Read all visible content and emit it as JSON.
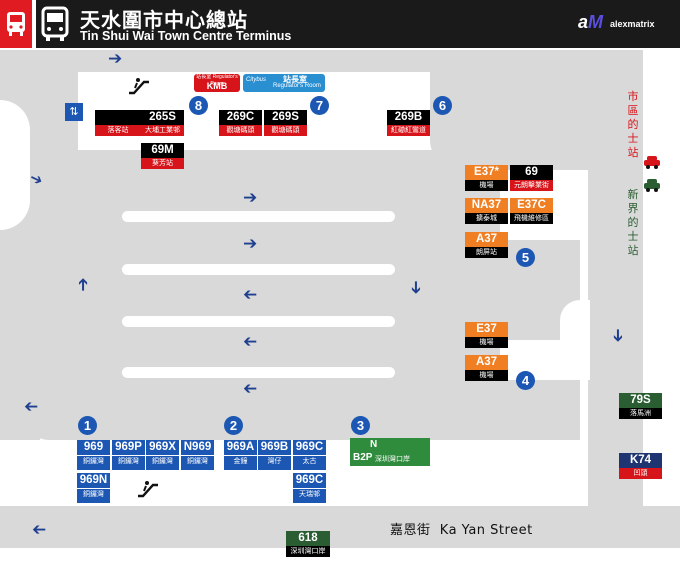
{
  "header": {
    "title_zh": "天水圍市中心總站",
    "title_en": "Tin Shui Wai Town Centre Terminus",
    "icon": "bus-icon",
    "brand_logo": "alexmatrix-logo",
    "brand_text": "alexmatrix",
    "accent_color": "#e01b22"
  },
  "facilities": {
    "kmb_sign_top": "站長室 Regulator's Room",
    "kmb_brand": "KMB",
    "citybus_room_zh": "站長室",
    "citybus_room_en": "Regulator's Room",
    "citybus_brand": "Citybus"
  },
  "taxi": {
    "urban_label": "市區的士站",
    "nt_label": "新界的士站",
    "urban_color": "#d7141a",
    "nt_color": "#2a5e32"
  },
  "stops": {
    "s1": "1",
    "s2": "2",
    "s3": "3",
    "s4": "4",
    "s5": "5",
    "s6": "6",
    "s7": "7",
    "s8": "8"
  },
  "routes": {
    "r_blank_dest": "落客站",
    "r265s": {
      "num": "265S",
      "dest": "大埔工業邨"
    },
    "r69m": {
      "num": "69M",
      "dest": "葵芳站"
    },
    "r269c": {
      "num": "269C",
      "dest": "觀塘碼頭"
    },
    "r269s": {
      "num": "269S",
      "dest": "觀塘碼頭"
    },
    "r269b": {
      "num": "269B",
      "dest": "紅磡紅鸞道"
    },
    "re37s": {
      "num": "E37*",
      "dest": "機場"
    },
    "r69": {
      "num": "69",
      "dest": "元朗擊業街"
    },
    "rna37": {
      "num": "NA37",
      "dest": "擴泰城"
    },
    "re37c": {
      "num": "E37C",
      "dest": "飛機維修區"
    },
    "ra37a": {
      "num": "A37",
      "dest": "朗屏站"
    },
    "re37": {
      "num": "E37",
      "dest": "機場"
    },
    "ra37b": {
      "num": "A37",
      "dest": "機場"
    },
    "r969": {
      "num": "969",
      "dest": "銅鑼灣"
    },
    "r969p": {
      "num": "969P",
      "dest": "銅鑼灣"
    },
    "r969x": {
      "num": "969X",
      "dest": "銅鑼灣"
    },
    "rn969": {
      "num": "N969",
      "dest": "銅鑼灣"
    },
    "r969n": {
      "num": "969N",
      "dest": "銅鑼灣"
    },
    "r969a": {
      "num": "969A",
      "dest": "金鐘"
    },
    "r969b": {
      "num": "969B",
      "dest": "灣仔"
    },
    "r969c1": {
      "num": "969C",
      "dest": "太古"
    },
    "r969c2": {
      "num": "969C",
      "dest": "天瑞邨"
    },
    "rb2p": {
      "num": "B2P",
      "dest": "深圳灣口岸"
    },
    "r618": {
      "num": "618",
      "dest": "深圳灣口岸"
    },
    "r79s": {
      "num": "79S",
      "dest": "落馬洲"
    },
    "rk74": {
      "num": "K74",
      "dest": "凹頭"
    }
  },
  "street": {
    "name_zh": "嘉恩街",
    "name_en": "Ka Yan Street"
  },
  "colors": {
    "blue": "#1b57b3",
    "orange": "#f07f23",
    "red": "#d7141a",
    "green": "#2a5e32",
    "road": "#d9d9d9"
  }
}
